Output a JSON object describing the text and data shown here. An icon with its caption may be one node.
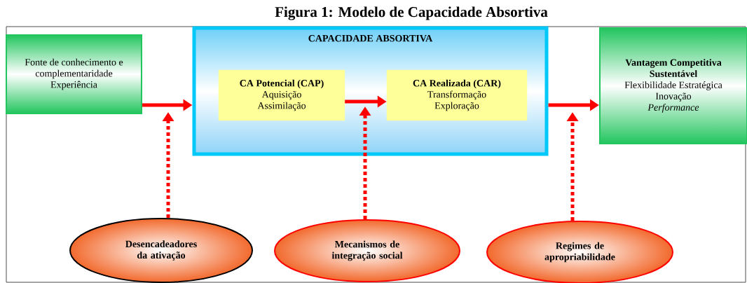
{
  "diagram": {
    "title": "Figura 1: Modelo de Capacidade Absortiva",
    "nodes": [
      {
        "text": [
          "Fonte de conhecimento e complementaridade",
          "Experiência"
        ]
      },
      {
        "text": [
          "CAPACIDADE ABSORTIVA"
        ]
      },
      {
        "text": [
          "CA Potencial (CAP)",
          "Aquisição",
          "Assimilação"
        ],
        "in": 1
      },
      {
        "text": [
          "CA Realizada (CAR)",
          "Transformação",
          "Exploração"
        ],
        "in": 1
      },
      {
        "text": [
          "Vantagem Competitiva Sustentável",
          "Flexibilidade Estratégica",
          "Inovação",
          "Performance"
        ]
      },
      {
        "text": [
          "Desencadeadores da ativação"
        ]
      },
      {
        "text": [
          "Mecanismos de integração social"
        ]
      },
      {
        "text": [
          "Regimes de apropriabilidade"
        ]
      }
    ],
    "edges": [
      {
        "from": 0,
        "to": 1,
        "arrow": "to"
      },
      {
        "from": 2,
        "to": 3,
        "arrow": "to"
      },
      {
        "from": 1,
        "to": 4,
        "arrow": "to"
      },
      {
        "from": 5,
        "to": null,
        "arrow": "to",
        "style": "dashed"
      },
      {
        "from": 6,
        "to": null,
        "arrow": "to",
        "style": "dashed"
      },
      {
        "from": 7,
        "to": null,
        "arrow": "to",
        "style": "dashed"
      }
    ]
  }
}
